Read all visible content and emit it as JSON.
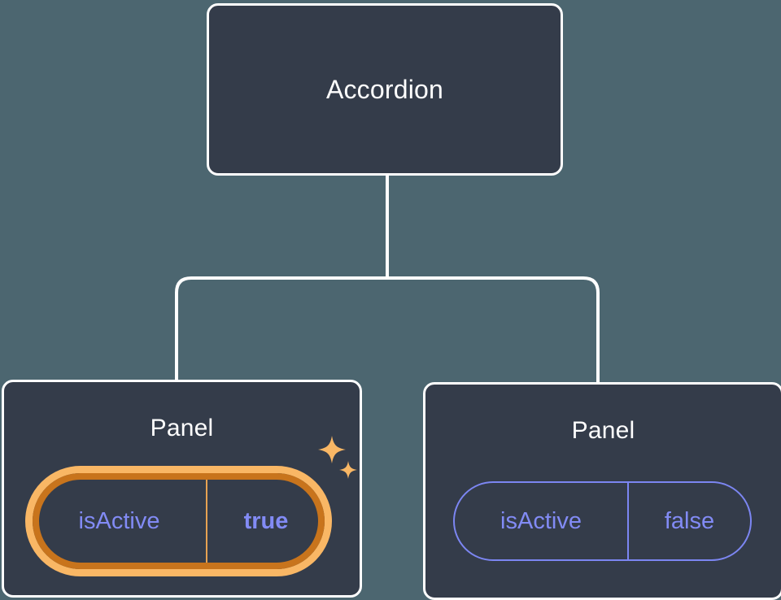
{
  "diagram": {
    "type": "component-tree",
    "background_color": "#4c6670",
    "card_fill": "#343c4a",
    "card_border": "#ffffff",
    "connector_color": "#ffffff",
    "accent_indigo": "#828bf5",
    "accent_amber_light": "#f9b765",
    "accent_amber_dark": "#c8741c",
    "root": {
      "label": "Accordion"
    },
    "children": [
      {
        "label": "Panel",
        "highlighted": true,
        "prop": {
          "key": "isActive",
          "value": "true",
          "value_bold": true
        },
        "badge_icon": "sparkles-icon"
      },
      {
        "label": "Panel",
        "highlighted": false,
        "prop": {
          "key": "isActive",
          "value": "false",
          "value_bold": false
        }
      }
    ]
  }
}
